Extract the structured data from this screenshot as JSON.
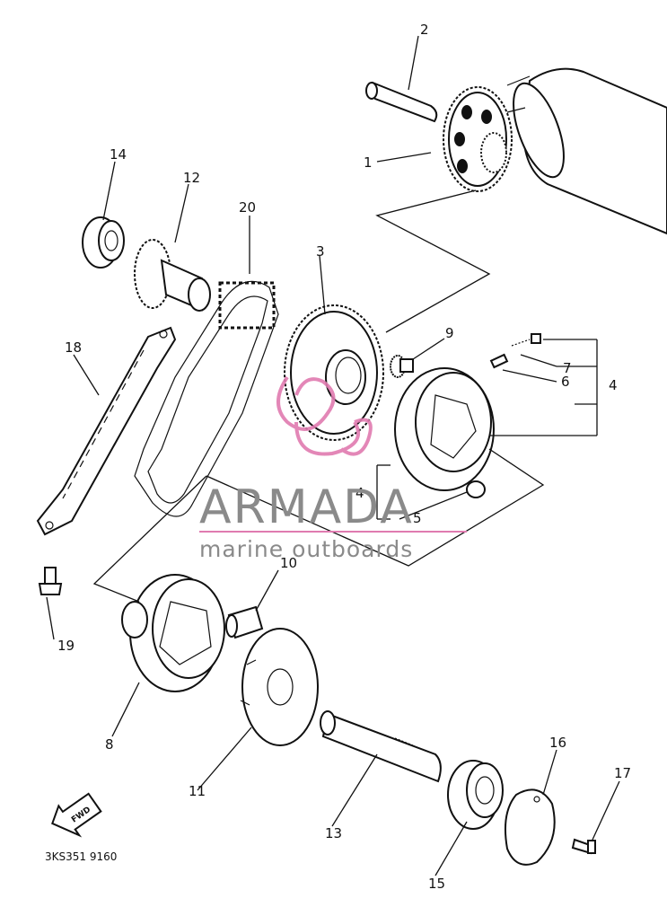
{
  "diagram": {
    "code": "3KS351 9160",
    "fwd_label": "FWD",
    "labels": {
      "p1": "1",
      "p2": "2",
      "p3": "3",
      "p4a": "4",
      "p4b": "4",
      "p5": "5",
      "p6": "6",
      "p7": "7",
      "p8": "8",
      "p9": "9",
      "p10": "10",
      "p11": "11",
      "p12": "12",
      "p13": "13",
      "p14": "14",
      "p15": "15",
      "p16": "16",
      "p17": "17",
      "p18": "18",
      "p19": "19",
      "p20": "20"
    }
  },
  "watermark": {
    "brand": "ARMADA",
    "tagline": "marine outboards",
    "brand_color": "#8a8a8a",
    "accent_color": "#e07bb0"
  }
}
